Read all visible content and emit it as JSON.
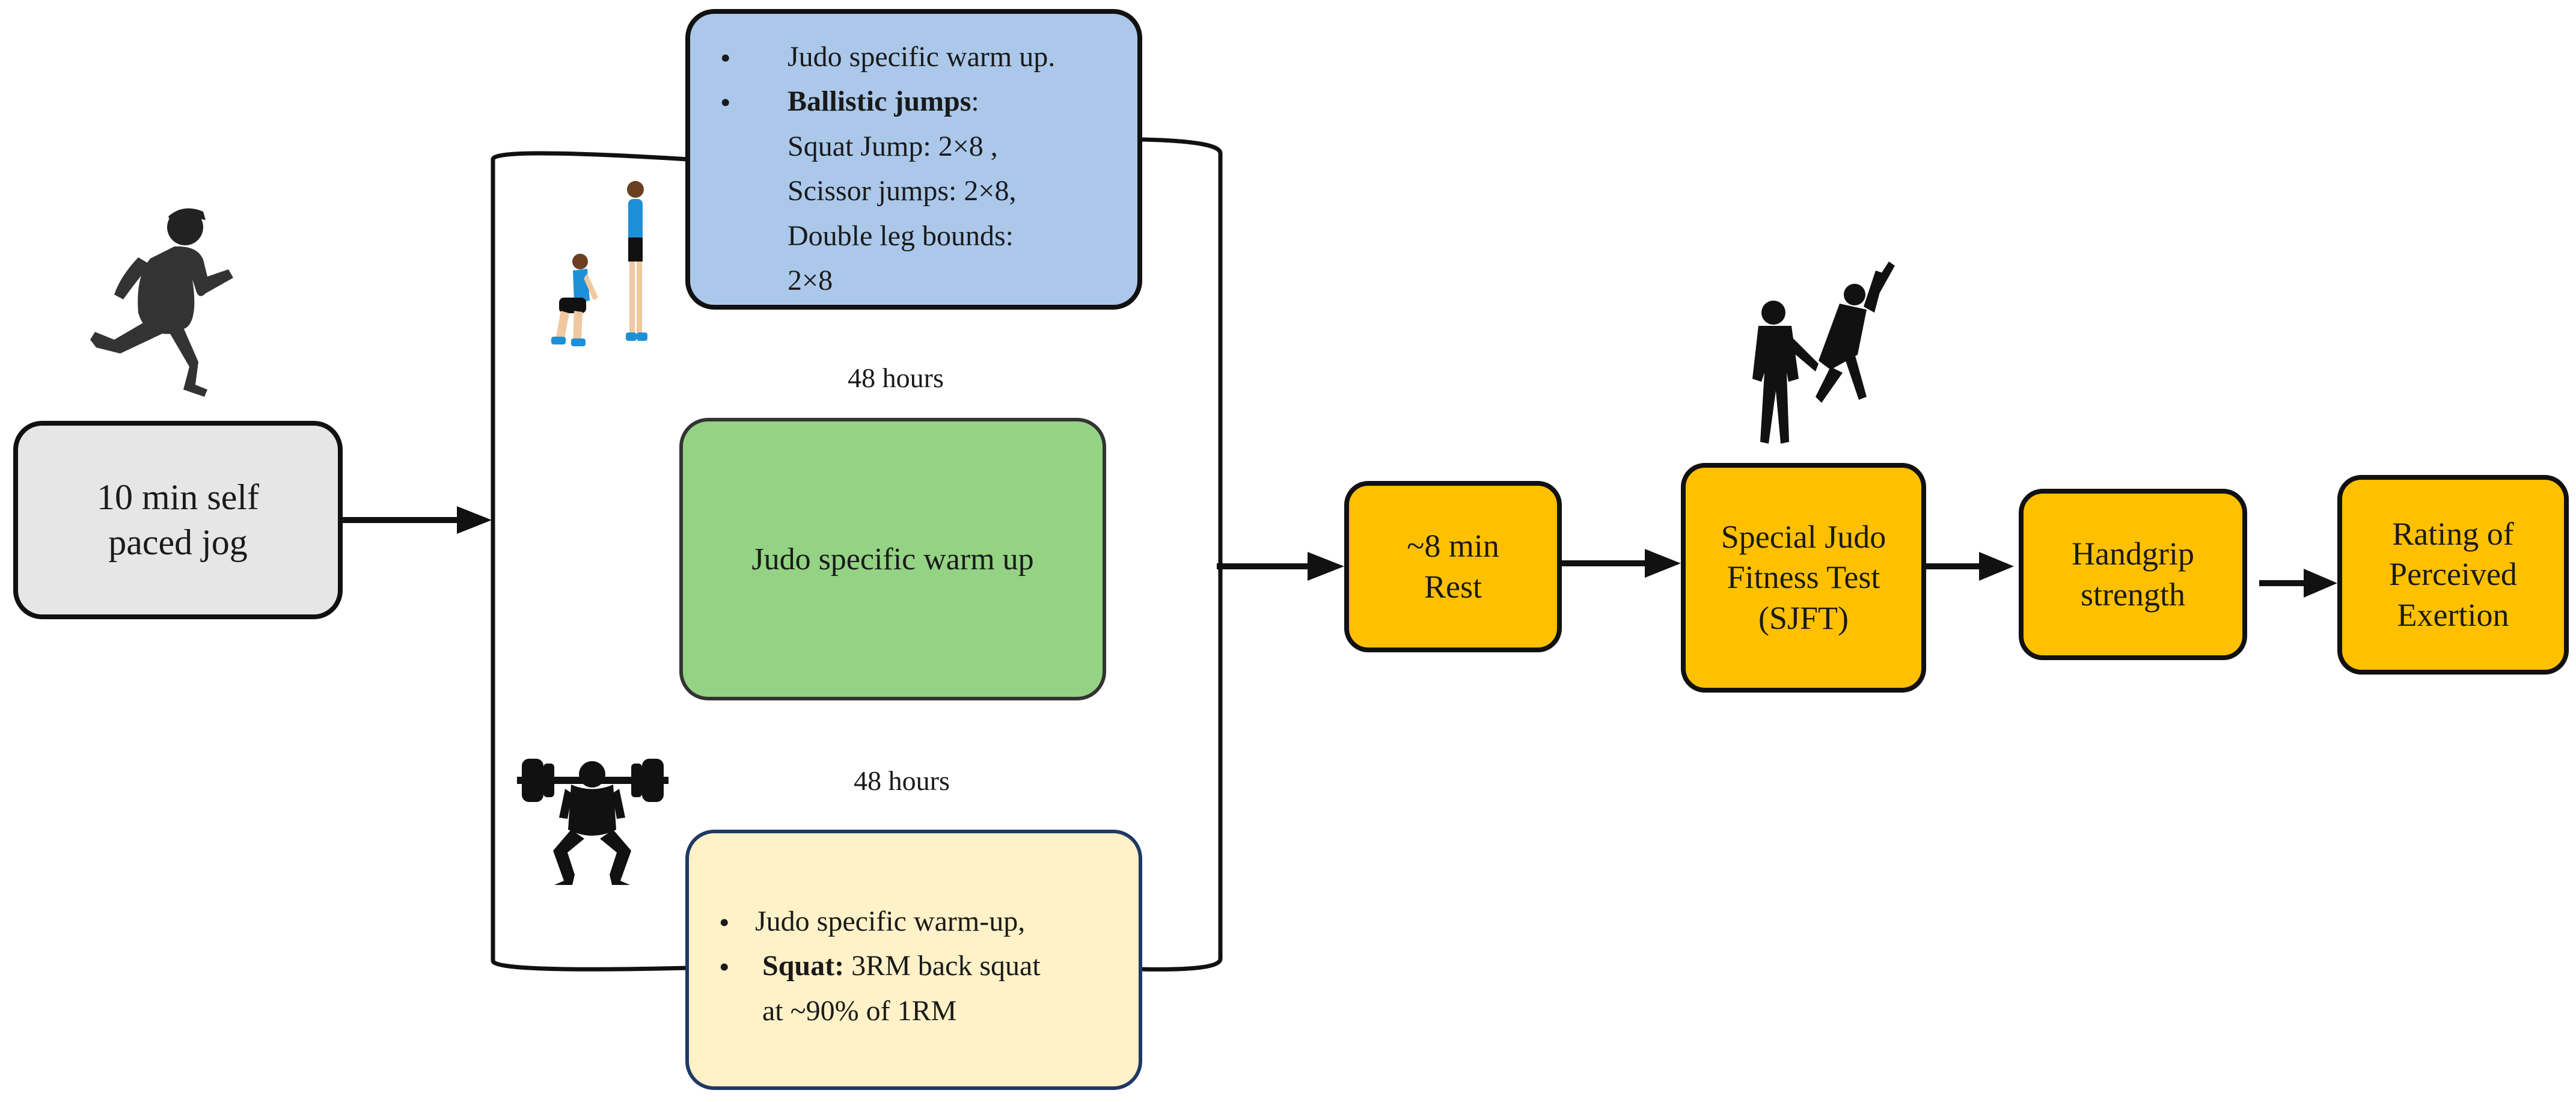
{
  "jog": {
    "line1": "10 min  self",
    "line2": "paced jog"
  },
  "blue_box": {
    "item1": "Judo specific warm up.",
    "item2_bold": "Ballistic jumps",
    "item2_colon": ":",
    "line_squat": "Squat Jump: 2×8 ,",
    "line_scissor": "Scissor jumps: 2×8,",
    "line_double": "Double leg bounds:",
    "line_reps": "2×8"
  },
  "gap_label_1": "48 hours",
  "green_box": {
    "text": "Judo specific warm up"
  },
  "gap_label_2": "48 hours",
  "yellow_box": {
    "item1": "Judo specific warm-up,",
    "item2_bold": "Squat:",
    "item2_rest": " 3RM back squat",
    "item2_line2": "at ~90% of  1RM"
  },
  "rest": {
    "line1": "~8 min",
    "line2": "Rest"
  },
  "sjft": {
    "line1": "Special Judo",
    "line2": "Fitness Test",
    "line3": "(SJFT)"
  },
  "handgrip": {
    "line1": "Handgrip",
    "line2": "strength"
  },
  "rpe": {
    "line1": "Rating of",
    "line2": "Perceived",
    "line3": "Exertion"
  },
  "colors": {
    "jog_fill": "#e6e6e6",
    "blue_fill": "#abc8ea",
    "green_fill": "#94d384",
    "cream_fill": "#fff1c8",
    "cream_border": "#1f3864",
    "orange_fill": "#ffc000",
    "athlete_blue": "#1e90d8"
  },
  "icons": [
    "runner-silhouette-icon",
    "jumping-athletes-icon",
    "barbell-squat-icon",
    "judo-throw-icon"
  ]
}
